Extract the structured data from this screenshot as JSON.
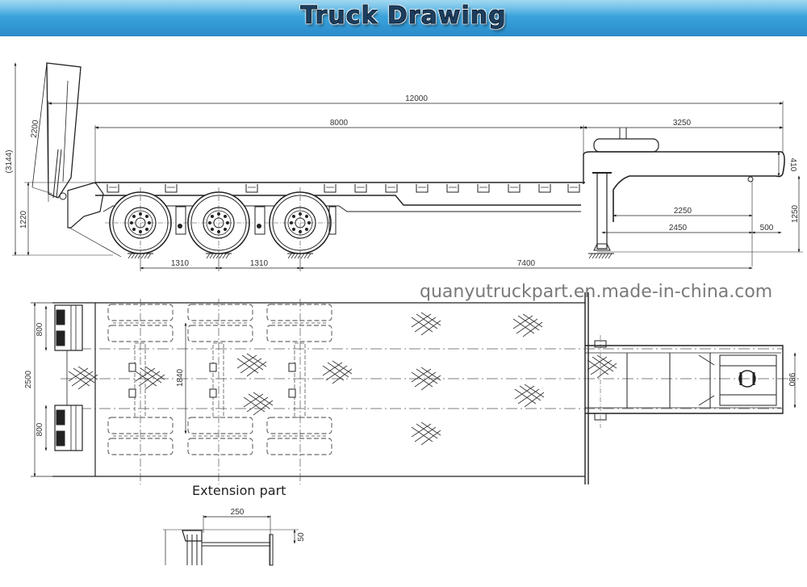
{
  "header": {
    "title": "Truck Drawing",
    "background_color": "#3aa3dc",
    "title_color": "#1d3f60"
  },
  "watermark": "quanyutruckpart.en.made-in-china.com",
  "side_view": {
    "dimensions": {
      "overall_length": "12000",
      "deck_length": "8000",
      "gooseneck_length": "3250",
      "ramp_length": "2200",
      "overall_height": "(3144)",
      "deck_height": "1220",
      "gooseneck_thickness": "410",
      "gooseneck_height": "1250",
      "kingpin_to_leg": "2250",
      "leg_position": "2450",
      "kingpin_offset": "500",
      "axle_spacing_1": "1310",
      "axle_spacing_2": "1310",
      "axle_to_leg": "7400"
    }
  },
  "top_view": {
    "dimensions": {
      "overall_width": "2500",
      "ramp_width_top": "800",
      "ramp_width_bottom": "800",
      "track_width": "1840",
      "gooseneck_width": "980"
    }
  },
  "extension_part": {
    "title": "Extension part",
    "dimensions": {
      "width": "250",
      "height": "50"
    }
  }
}
